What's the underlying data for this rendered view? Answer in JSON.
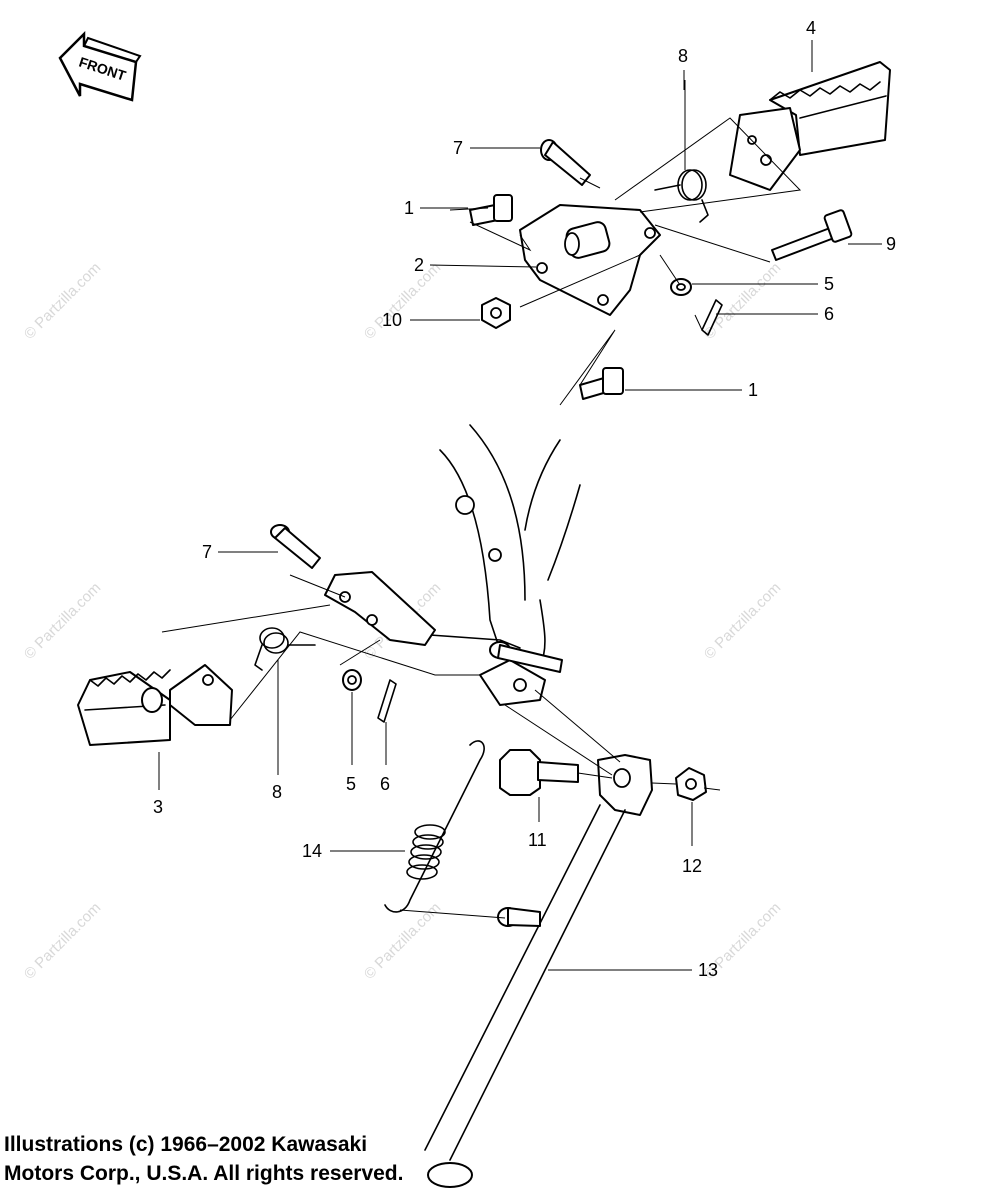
{
  "diagram": {
    "front_label": "FRONT",
    "callouts": {
      "c1a": "1",
      "c1b": "1",
      "c2": "2",
      "c3": "3",
      "c4": "4",
      "c5a": "5",
      "c5b": "5",
      "c6a": "6",
      "c6b": "6",
      "c7a": "7",
      "c7b": "7",
      "c8a": "8",
      "c8b": "8",
      "c9": "9",
      "c10": "10",
      "c11": "11",
      "c12": "12",
      "c13": "13",
      "c14": "14"
    },
    "watermark": "© Partzilla.com"
  },
  "copyright": {
    "line1": "Illustrations (c) 1966–2002 Kawasaki",
    "line2": "Motors Corp., U.S.A.  All rights reserved."
  }
}
